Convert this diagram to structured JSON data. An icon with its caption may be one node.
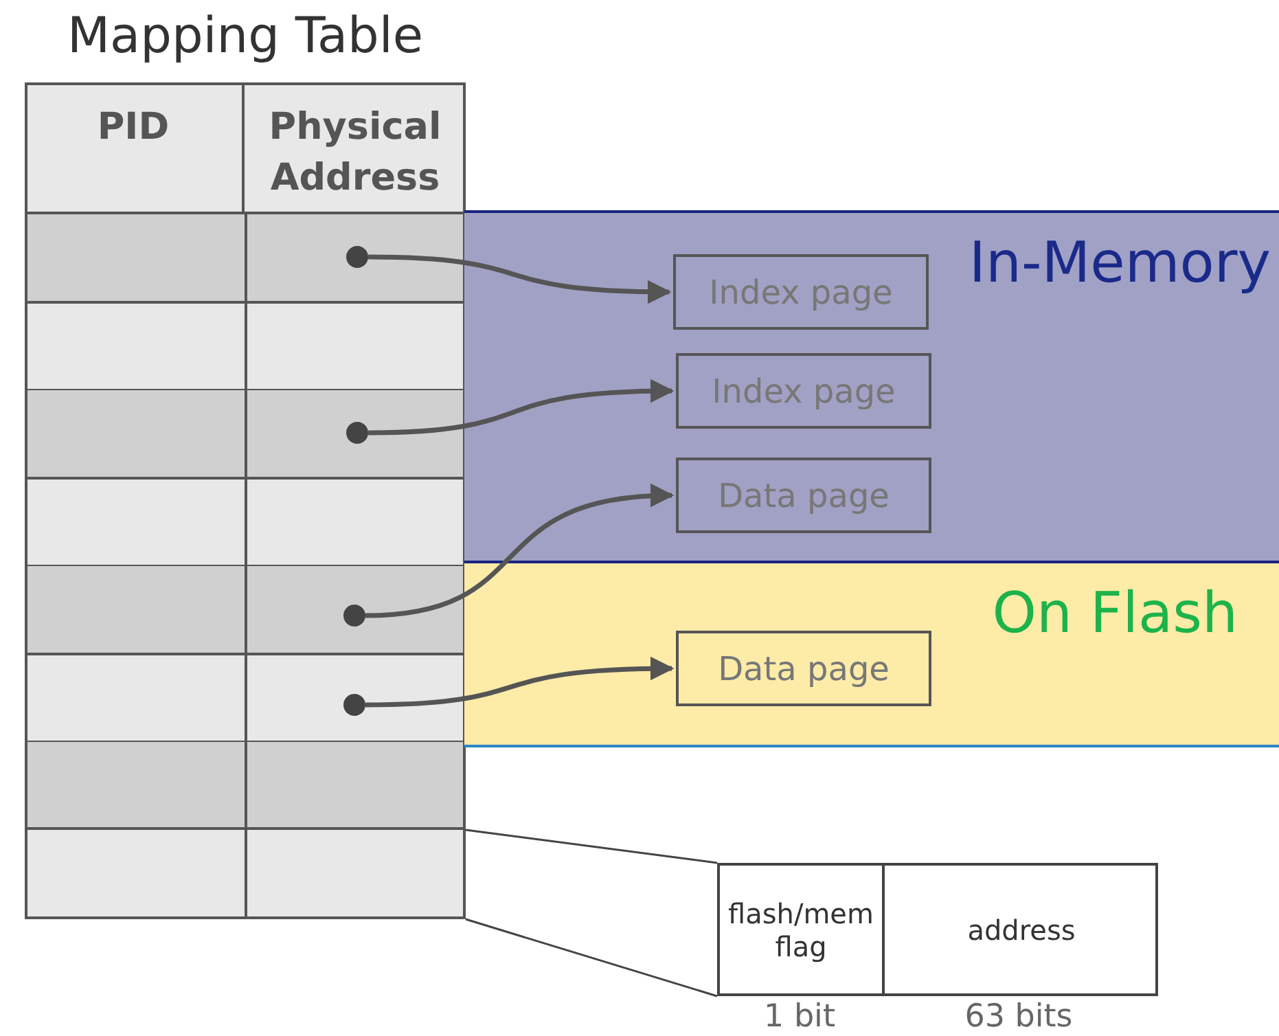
{
  "diagram": {
    "nodes": [
      {
        "text": [
          "Mapping Table"
        ]
      },
      {
        "text": [
          "In-Memory"
        ]
      },
      {
        "text": [
          "Index page"
        ],
        "in": 1
      },
      {
        "text": [
          "Index page"
        ],
        "in": 1
      },
      {
        "text": [
          "Data page"
        ],
        "in": 1
      },
      {
        "text": [
          "On Flash"
        ]
      },
      {
        "text": [
          "Data page"
        ],
        "in": 5
      },
      {
        "text": [],
        "shape": "circle",
        "in": 0
      },
      {
        "text": [],
        "shape": "circle",
        "in": 0
      },
      {
        "text": [],
        "shape": "circle",
        "in": 0
      },
      {
        "text": [],
        "shape": "circle",
        "in": 0
      },
      {
        "text": [],
        "shape": "bar",
        "in": 0
      },
      {
        "text": [
          "flash/mem flag",
          "address"
        ],
        "beside": [
          "1 bit",
          "63 bits"
        ]
      }
    ],
    "edges": [
      {
        "from": 7,
        "to": 2,
        "arrow": "to"
      },
      {
        "from": 8,
        "to": 3,
        "arrow": "to"
      },
      {
        "from": 9,
        "to": 4,
        "arrow": "to"
      },
      {
        "from": 10,
        "to": 6,
        "arrow": "to"
      },
      {
        "from": 11,
        "to": 12,
        "arrow": "none"
      },
      {
        "from": 11,
        "to": 12,
        "arrow": "none"
      }
    ],
    "labels": [
      "PID",
      "Physical Address"
    ]
  }
}
